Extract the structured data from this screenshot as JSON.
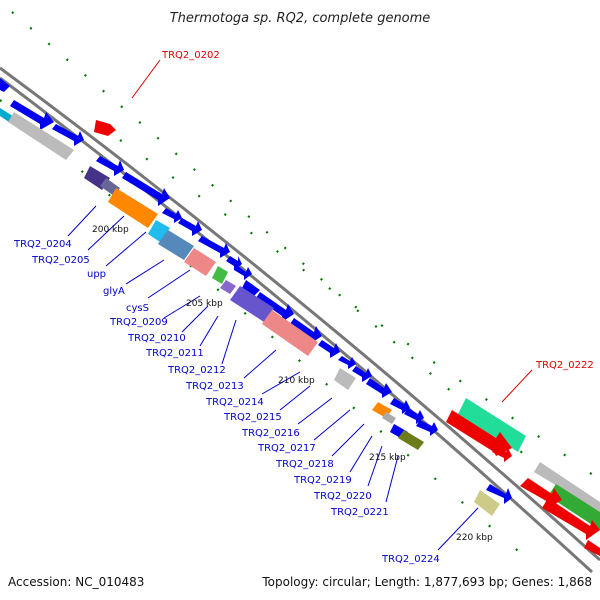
{
  "title": "Thermotoga sp. RQ2, complete genome",
  "footer": {
    "accession": "Accession: NC_010483",
    "topology": "Topology: circular; Length: 1,877,693 bp; Genes: 1,868"
  },
  "colors": {
    "label_blue": "#0000cc",
    "label_red": "#dd0000",
    "backbone": "#777777",
    "tick": "#007700"
  },
  "scale_labels": [
    "200 kbp",
    "205 kbp",
    "210 kbp",
    "215 kbp",
    "220 kbp"
  ],
  "gene_labels": [
    {
      "text": "TRQ2_0202",
      "color": "red"
    },
    {
      "text": "TRQ2_0204",
      "color": "blue"
    },
    {
      "text": "TRQ2_0205",
      "color": "blue"
    },
    {
      "text": "upp",
      "color": "blue"
    },
    {
      "text": "glyA",
      "color": "blue"
    },
    {
      "text": "cysS",
      "color": "blue"
    },
    {
      "text": "TRQ2_0209",
      "color": "blue"
    },
    {
      "text": "TRQ2_0210",
      "color": "blue"
    },
    {
      "text": "TRQ2_0211",
      "color": "blue"
    },
    {
      "text": "TRQ2_0212",
      "color": "blue"
    },
    {
      "text": "TRQ2_0213",
      "color": "blue"
    },
    {
      "text": "TRQ2_0214",
      "color": "blue"
    },
    {
      "text": "TRQ2_0215",
      "color": "blue"
    },
    {
      "text": "TRQ2_0216",
      "color": "blue"
    },
    {
      "text": "TRQ2_0217",
      "color": "blue"
    },
    {
      "text": "TRQ2_0218",
      "color": "blue"
    },
    {
      "text": "TRQ2_0219",
      "color": "blue"
    },
    {
      "text": "TRQ2_0220",
      "color": "blue"
    },
    {
      "text": "TRQ2_0221",
      "color": "blue"
    },
    {
      "text": "TRQ2_0222",
      "color": "red"
    },
    {
      "text": "TRQ2_0224",
      "color": "blue"
    }
  ]
}
